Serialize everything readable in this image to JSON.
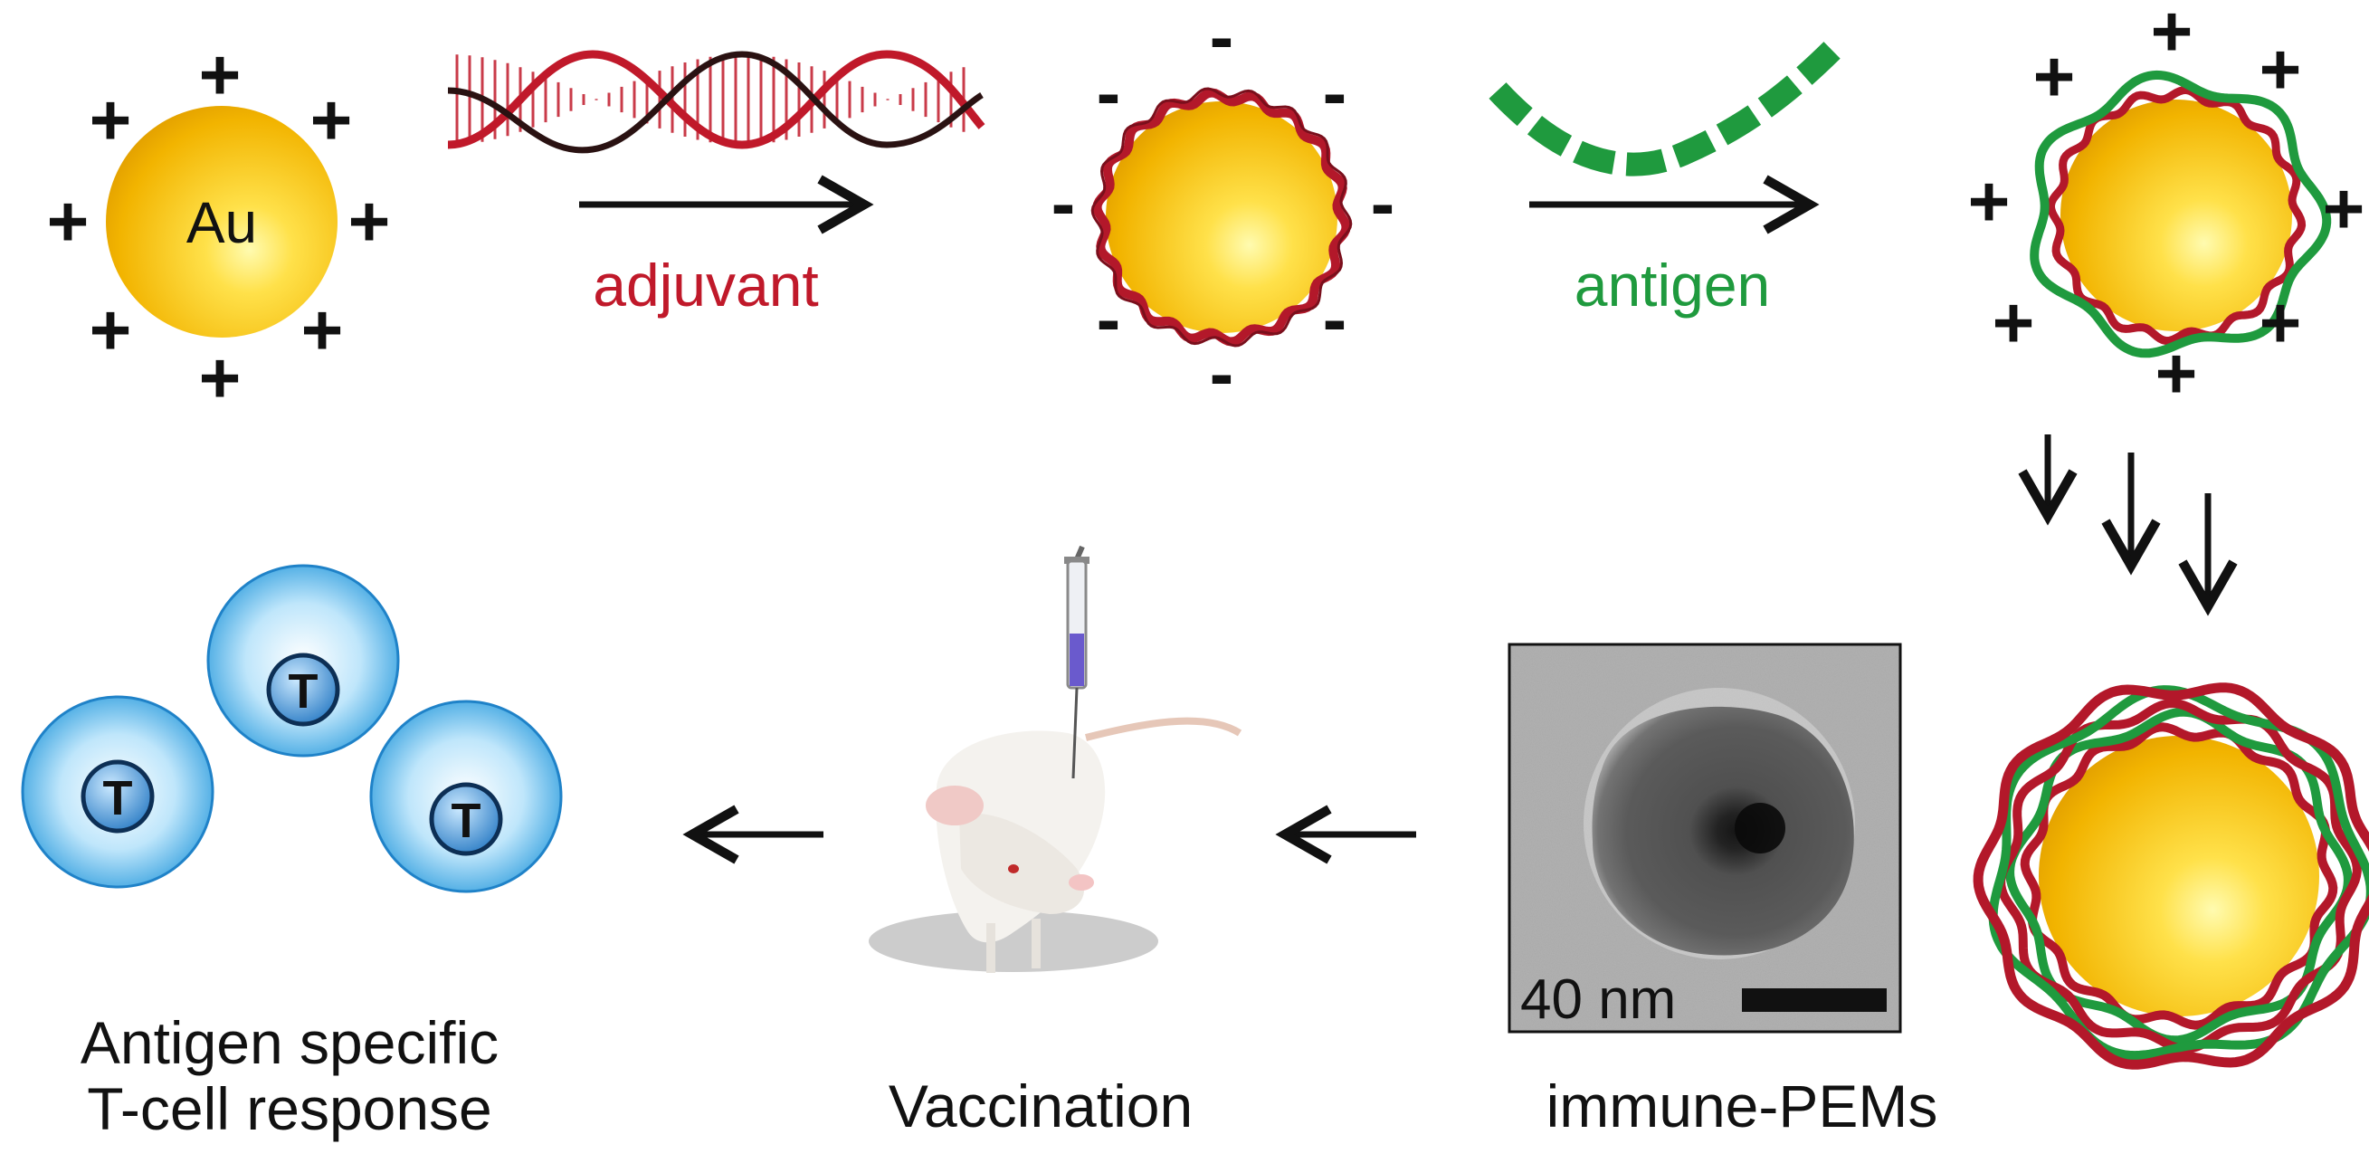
{
  "labels": {
    "gold": "Au",
    "adjuvant": "adjuvant",
    "antigen": "antigen",
    "scale_bar": "40 nm",
    "immune_pems": "immune-PEMs",
    "vaccination": "Vaccination",
    "response_line1": "Antigen specific",
    "response_line2": "T-cell response",
    "t_cell": "T"
  },
  "charges": {
    "plus": "+",
    "minus": "-"
  },
  "colors": {
    "adjuvant": "#c0192a",
    "antigen": "#1f9a3e",
    "gold_core": "#f4b400",
    "gold_highlight": "#fff08a",
    "t_cell": "#3b9fdc",
    "t_cell_light": "#e6f6ff",
    "nucleus": "#2f7fc4"
  }
}
